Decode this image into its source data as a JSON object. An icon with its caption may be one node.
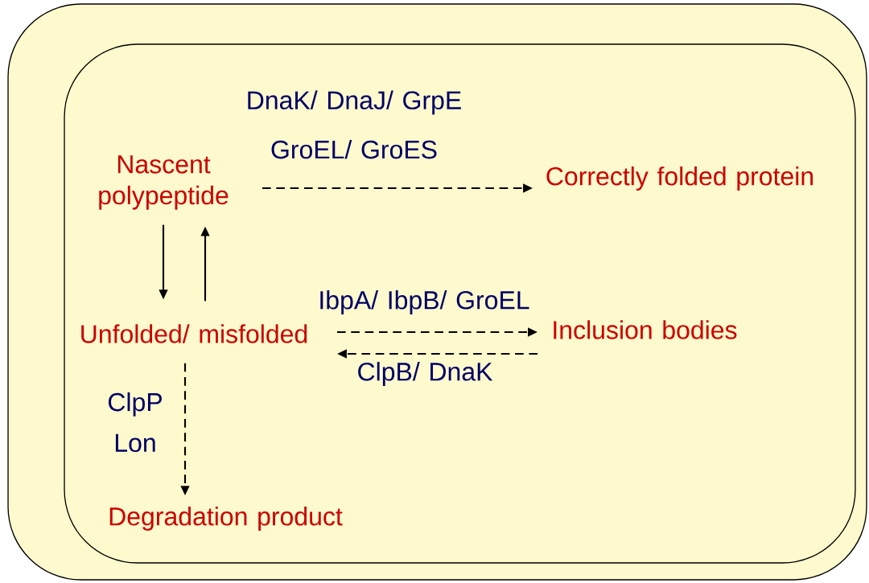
{
  "diagram": {
    "nodes": [
      {
        "text": [],
        "shape": "box"
      },
      {
        "text": [],
        "shape": "box",
        "in": 0
      },
      {
        "text": [
          "Nascent polypeptide"
        ],
        "in": 1
      },
      {
        "text": [
          "Correctly folded protein"
        ],
        "in": 1
      },
      {
        "text": [
          "Unfolded/ misfolded"
        ],
        "in": 1
      },
      {
        "text": [
          "Inclusion bodies"
        ],
        "in": 1
      },
      {
        "text": [
          "Degradation product"
        ],
        "in": 1
      }
    ],
    "edges": [
      {
        "from": 2,
        "to": 3,
        "arrow": "to",
        "style": "dashed",
        "label": "DnaK/ DnaJ/ GrpE GroEL/ GroES"
      },
      {
        "from": 2,
        "to": 4,
        "arrow": "to"
      },
      {
        "from": 4,
        "to": 2,
        "arrow": "to"
      },
      {
        "from": 4,
        "to": 5,
        "arrow": "to",
        "style": "dashed",
        "label": "IbpA/ IbpB/ GroEL"
      },
      {
        "from": 5,
        "to": 4,
        "arrow": "to",
        "style": "dashed",
        "label": "ClpB/ DnaK"
      },
      {
        "from": 4,
        "to": 6,
        "arrow": "to",
        "style": "dashed",
        "label": "ClpP Lon"
      }
    ]
  }
}
